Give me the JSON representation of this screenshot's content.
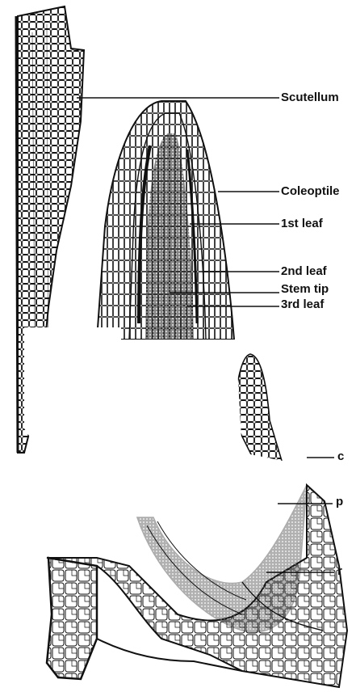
{
  "labels": {
    "scutellum": "Scutellum",
    "coleoptile": "Coleoptile",
    "first_leaf": "1st leaf",
    "second_leaf": "2nd leaf",
    "stem_tip": "Stem tip",
    "third_leaf": "3rd leaf",
    "c": "c",
    "p": "p",
    "r": "r"
  },
  "colors": {
    "ink": "#111111",
    "paper": "#ffffff"
  }
}
